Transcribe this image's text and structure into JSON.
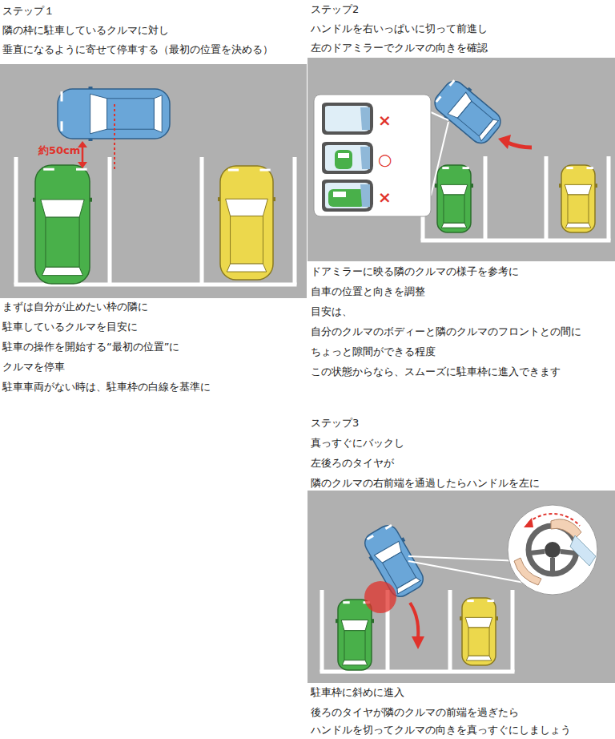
{
  "diagram": {
    "labels": [
      "ステップ１",
      "隣の枠に駐車しているクルマに対し",
      "垂直になるように寄せて停車する（最初の位置を決める）",
      "約50cm",
      "まずは自分が止めたい枠の隣に",
      "駐車しているクルマを目安に",
      "駐車の操作を開始する“最初の位置”に",
      "クルマを停車",
      "駐車車両がない時は、駐車枠の白線を基準に",
      "ステップ2",
      "ハンドルを右いっぱいに切って前進し",
      "左のドアミラーでクルマの向きを確認",
      "ドアミラーに映る隣のクルマの様子を参考に",
      "自車の位置と向きを調整",
      "目安は、",
      "自分のクルマのボディーと隣のクルマのフロントとの間に",
      "ちょっと隙間ができる程度",
      "この状態からなら、スムーズに駐車枠に進入できます",
      "ステップ3",
      "真っすぐにバックし",
      "左後ろのタイヤが",
      "隣のクルマの右前端を通過したらハンドルを左に",
      "駐車枠に斜めに進入",
      "後ろのタイヤが隣のクルマの前端を過ぎたら",
      "ハンドルを切ってクルマの向きを真っすぐにしましょう",
      "×",
      "○",
      "×"
    ]
  }
}
